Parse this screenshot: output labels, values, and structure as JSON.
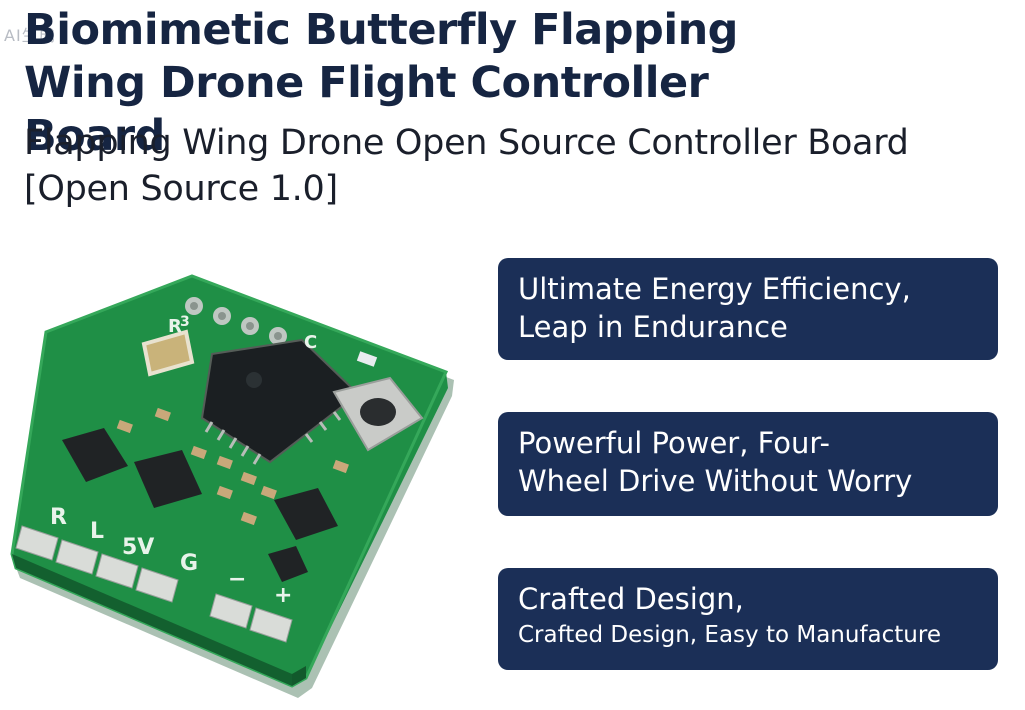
{
  "watermark": "AI生成",
  "title": "Biomimetic Butterfly Flapping Wing Drone Flight Controller Board",
  "subtitle": "Flapping Wing Drone Open Source Controller Board [Open Source 1.0]",
  "board": {
    "silkscreen": [
      "R",
      "L",
      "5V",
      "G",
      "−",
      "+",
      "R",
      "3",
      "C"
    ]
  },
  "features": [
    {
      "line1": "Ultimate Energy Efficiency,",
      "line2": "Leap in Endurance"
    },
    {
      "line1": "Powerful Power, Four-",
      "line2": "Wheel Drive Without Worry"
    },
    {
      "line1": "Crafted Design,",
      "line2": "Crafted Design, Easy to Manufacture"
    }
  ],
  "colors": {
    "title": "#162542",
    "card_bg": "#1b2f57",
    "card_text": "#ffffff",
    "pcb_green": "#1f8f46",
    "pcb_dark": "#176f36"
  }
}
